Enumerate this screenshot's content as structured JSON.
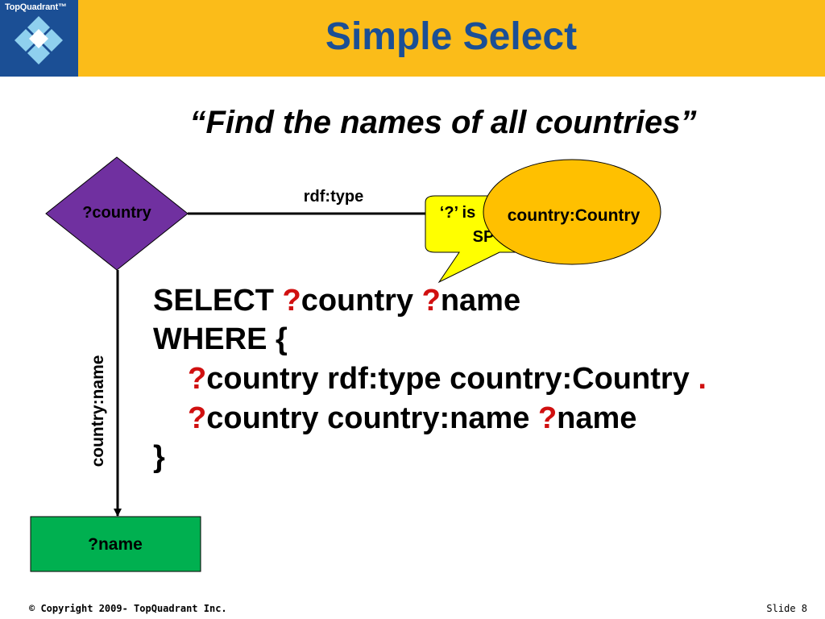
{
  "header": {
    "logo_text": "TopQuadrant™",
    "title": "Simple Select"
  },
  "subtitle": "“Find the names of all countries”",
  "diagram": {
    "subject_node": "?country",
    "edge_type_label": "rdf:type",
    "class_node": "country:Country",
    "callout_text_1": "‘?’ is",
    "callout_text_2": "SP",
    "edge_name_label": "country:name",
    "object_node": "?name"
  },
  "query": {
    "line1_kw": "SELECT ",
    "line1_q1": "?",
    "line1_v1": "country ",
    "line1_q2": "?",
    "line1_v2": "name",
    "line2": "WHERE {",
    "line3_q": "?",
    "line3_rest": "country rdf:type country:Country ",
    "line3_dot": ".",
    "line4_q1": "?",
    "line4_mid": "country country:name ",
    "line4_q2": "?",
    "line4_v": "name",
    "line5": "}"
  },
  "footer": {
    "copyright": "© Copyright 2009- TopQuadrant Inc.",
    "slide": "Slide 8"
  },
  "colors": {
    "header": "#fbbc19",
    "brand_blue": "#1b4f95",
    "subject_node_fill": "#7030a0",
    "class_node_fill": "#ffc000",
    "callout_fill": "#ffff00",
    "object_node_fill": "#00b050",
    "variable_marker": "#d01010"
  }
}
